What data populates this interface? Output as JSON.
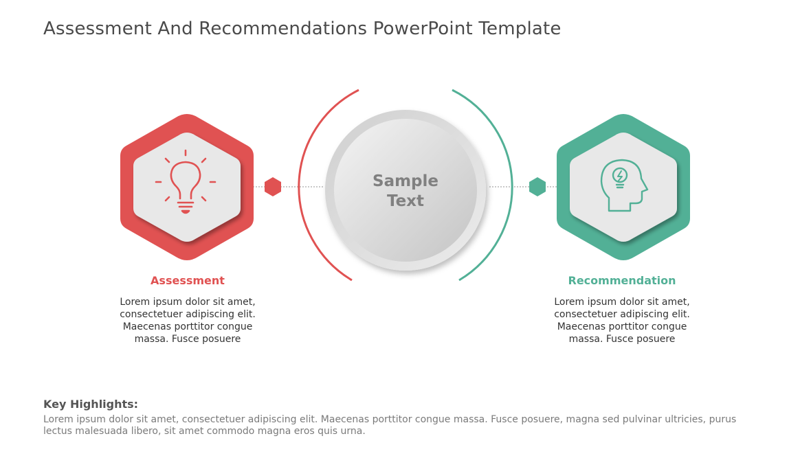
{
  "slide": {
    "title": "Assessment And Recommendations PowerPoint Template"
  },
  "colors": {
    "assessment": "#E05252",
    "recommendation": "#52B096",
    "hex_inner": "#E8E8E8",
    "center_circle": "#D2D2D2",
    "center_text": "#808080"
  },
  "center": {
    "line1": "Sample",
    "line2": "Text"
  },
  "assessment": {
    "icon": "lightbulb-icon",
    "heading": "Assessment",
    "body": [
      "Lorem ipsum dolor sit amet,",
      "consectetuer adipiscing elit.",
      "Maecenas porttitor congue",
      "massa. Fusce posuere"
    ]
  },
  "recommendation": {
    "icon": "head-idea-icon",
    "heading": "Recommendation",
    "body": [
      "Lorem ipsum dolor sit amet,",
      "consectetuer adipiscing elit.",
      "Maecenas porttitor congue",
      "massa. Fusce posuere"
    ]
  },
  "key_highlights": {
    "title": "Key Highlights:",
    "line1": "Lorem ipsum dolor sit amet, consectetuer adipiscing elit. Maecenas porttitor congue massa. Fusce posuere, magna sed pulvinar ultricies, purus",
    "line2": "lectus malesuada libero, sit amet commodo magna eros quis urna."
  }
}
